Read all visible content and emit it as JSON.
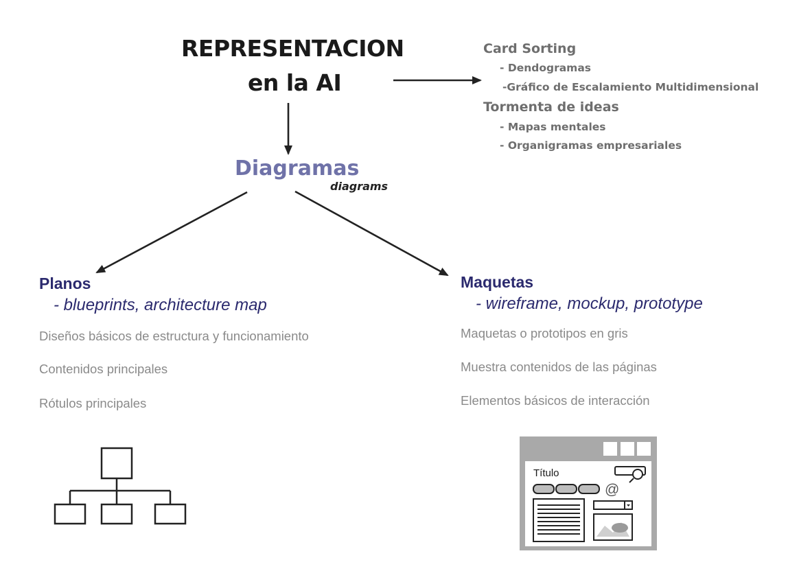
{
  "title": {
    "line1": "REPRESENTACION",
    "line2": "en la AI"
  },
  "side_list": {
    "groups": [
      {
        "heading": "Card Sorting",
        "items": [
          "- Dendogramas",
          "-Gráfico de Escalamiento Multidimensional"
        ]
      },
      {
        "heading": "Tormenta de ideas",
        "items": [
          "- Mapas mentales",
          "- Organigramas empresariales"
        ]
      }
    ]
  },
  "center": {
    "label": "Diagramas",
    "sublabel": "diagrams"
  },
  "branches": {
    "left": {
      "title": "Planos",
      "subtitle": "- blueprints, architecture map",
      "items": [
        "Diseños básicos de estructura y funcionamiento",
        "Contenidos principales",
        "Rótulos principales"
      ]
    },
    "right": {
      "title": "Maquetas",
      "subtitle": "- wireframe, mockup, prototype",
      "items": [
        "Maquetas o prototipos en gris",
        "Muestra contenidos de las páginas",
        "Elementos básicos de interacción"
      ]
    }
  },
  "mockup": {
    "title_label": "Título",
    "at_symbol": "@"
  },
  "colors": {
    "title": "#1a1a1a",
    "side_list": "#6e6e6e",
    "center_label": "#6f72a8",
    "branch_title": "#2b2a6e",
    "branch_items": "#8a8a8a",
    "arrows": "#222222"
  },
  "icons": [
    "sitemap-tree-icon",
    "wireframe-browser-icon",
    "search-icon"
  ]
}
